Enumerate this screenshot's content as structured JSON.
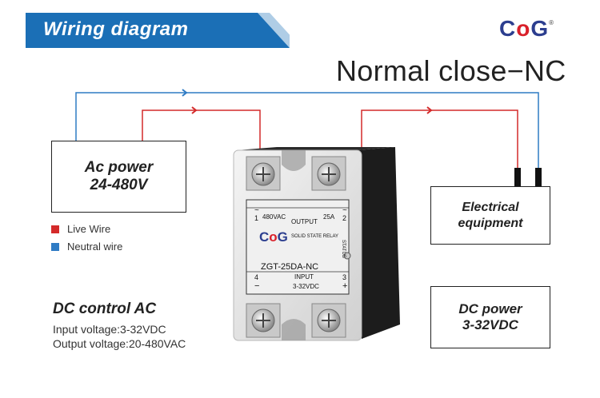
{
  "banner": {
    "title": "Wiring diagram"
  },
  "logo": {
    "left": "C",
    "mid": "o",
    "right": "G",
    "reg": "®"
  },
  "mode_title": "Normal close−NC",
  "ac_power": {
    "line1": "Ac power",
    "line2": "24-480V"
  },
  "legend": {
    "live": "Live Wire",
    "neutral": "Neutral wire"
  },
  "colors": {
    "live": "#d42a2a",
    "neutral": "#2f7bc4",
    "banner": "#1b6fb6"
  },
  "dc_control": {
    "title": "DC control AC",
    "input": "Input voltage:3-32VDC",
    "output": "Output voltage:20-480VAC"
  },
  "equipment": {
    "line1": "Electrical",
    "line2": "equipment"
  },
  "dc_power": {
    "line1": "DC power",
    "line2": "3-32VDC"
  },
  "relay": {
    "t1": "1",
    "t2": "2",
    "t3": "3",
    "t4": "4",
    "tilde": "~",
    "v_ac": "480VAC",
    "output": "OUTPUT",
    "amps": "25A",
    "brand_left": "C",
    "brand_mid": "o",
    "brand_right": "G",
    "subtitle": "SOLID STATE RELAY",
    "model": "ZGT-25DA-NC",
    "status": "STATUS",
    "input": "INPUT",
    "v_dc": "3-32VDC",
    "minus": "−",
    "plus": "+"
  }
}
